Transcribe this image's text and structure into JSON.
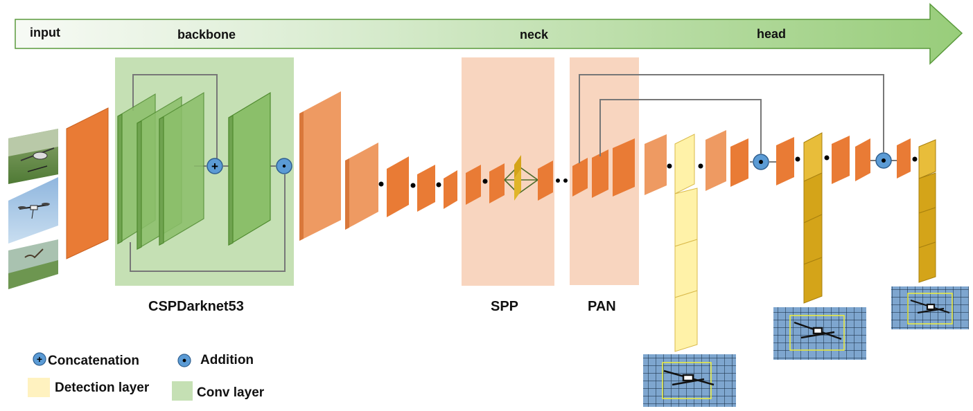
{
  "stages": {
    "input": "input",
    "backbone": "backbone",
    "neck": "neck",
    "head": "head"
  },
  "sections": {
    "backbone_block": "CSPDarknet53",
    "spp": "SPP",
    "pan": "PAN"
  },
  "legend": {
    "concatenation": "Concatenation",
    "addition": "Addition",
    "detection_layer": "Detection layer",
    "conv_layer": "Conv layer"
  },
  "colors": {
    "arrow_start": "#f4f8f1",
    "arrow_end": "#9cd07f",
    "arrow_stroke": "#5a9a3c",
    "conv_region": "#c5e0b4",
    "csp_layer": "#8bbf6a",
    "spp_pan_region": "#f8d5bf",
    "feature_map": "#e97b35",
    "feature_map_light": "#ee9a62",
    "detection_light": "#fff2a8",
    "detection_gold": "#d4a419",
    "operator_fill": "#5b9bd5",
    "grid_blue": "#6f9ac7"
  },
  "icons": {
    "concat": "plus-circle-icon",
    "add": "dot-circle-icon",
    "drone": "drone-icon"
  }
}
